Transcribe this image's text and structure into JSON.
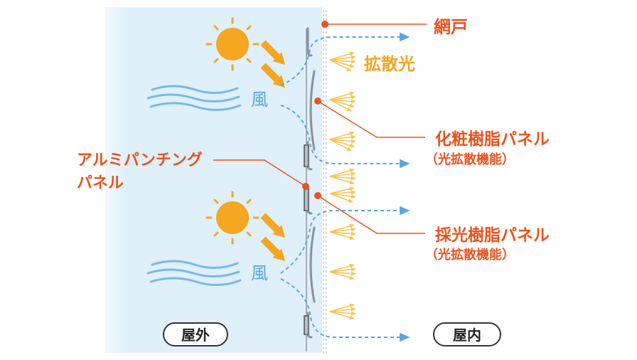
{
  "labels": {
    "screen": "網戸",
    "diffused_light": "拡散光",
    "wind_top": "風",
    "wind_bottom": "風",
    "resin_panel_1_title": "化粧樹脂パネル",
    "resin_panel_1_sub": "（光拡散機能）",
    "resin_panel_2_title": "採光樹脂パネル",
    "resin_panel_2_sub": "（光拡散機能）",
    "aluminum_line1": "アルミパンチング",
    "aluminum_line2": "パネル",
    "outdoor": "屋外",
    "indoor": "屋内"
  },
  "colors": {
    "orange_text": "#e8541f",
    "sun": "#f5a623",
    "wind_blue": "#5aa5dc",
    "outdoor_bg": "#dff0fb",
    "light_ray": "#f6c453",
    "panel_gray": "#8a9199"
  }
}
